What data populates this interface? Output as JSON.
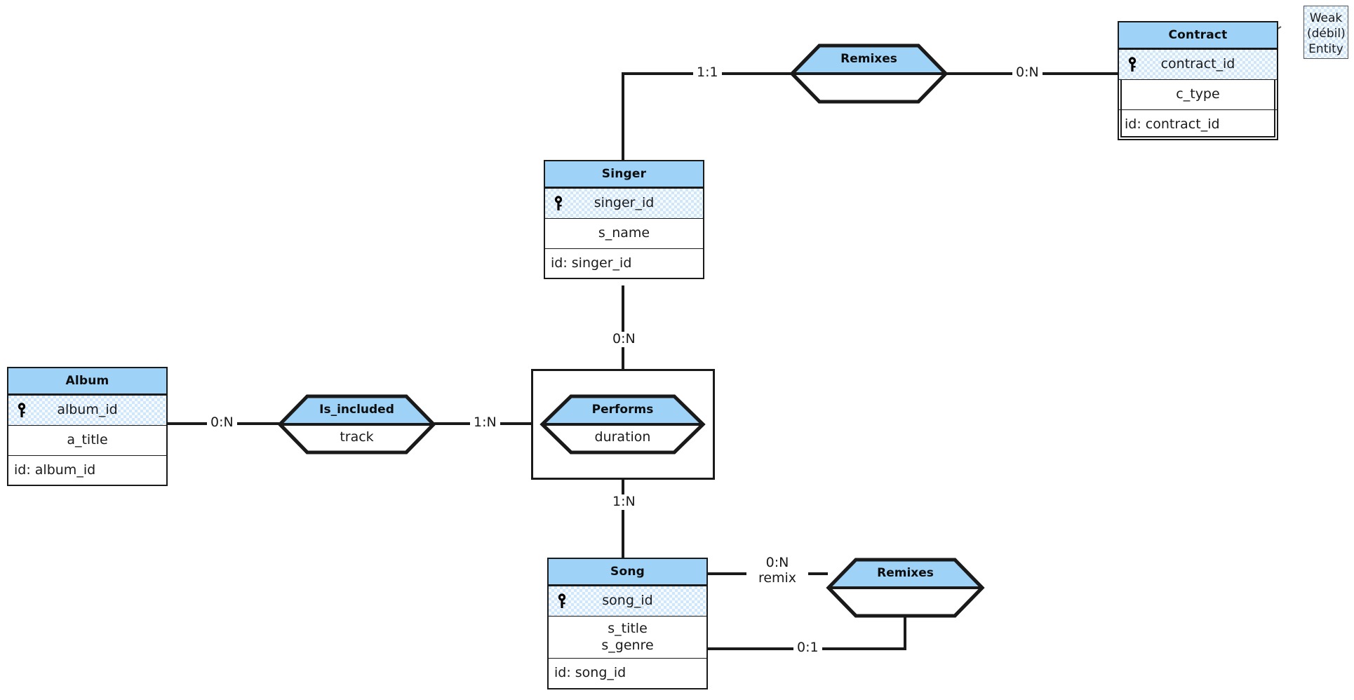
{
  "diagram": {
    "type": "entity-relationship-diagram",
    "notation": "Chen / min-max cardinality",
    "colors": {
      "header_blue": "#9ed2f7",
      "key_row_blue": "#cfe6fb",
      "line_black": "#1a1a1a",
      "background": "#ffffff"
    }
  },
  "entities": [
    {
      "id": "contract",
      "name": "Contract",
      "weak": true,
      "key_attribute": "contract_id",
      "attributes": [
        "c_type"
      ],
      "identifier": "id: contract_id",
      "key_icon": "key-icon"
    },
    {
      "id": "singer",
      "name": "Singer",
      "weak": false,
      "key_attribute": "singer_id",
      "attributes": [
        "s_name"
      ],
      "identifier": "id: singer_id",
      "key_icon": "key-icon"
    },
    {
      "id": "album",
      "name": "Album",
      "weak": false,
      "key_attribute": "album_id",
      "attributes": [
        "a_title"
      ],
      "identifier": "id: album_id",
      "key_icon": "key-icon"
    },
    {
      "id": "song",
      "name": "Song",
      "weak": false,
      "key_attribute": "song_id",
      "attributes": [
        "s_title",
        "s_genre"
      ],
      "identifier": "id: song_id",
      "key_icon": "key-icon"
    }
  ],
  "relationships": [
    {
      "id": "remixes_top",
      "name": "Remixes",
      "attribute": "",
      "identifying": false
    },
    {
      "id": "is_included",
      "name": "Is_included",
      "attribute": "track",
      "identifying": false
    },
    {
      "id": "performs",
      "name": "Performs",
      "attribute": "duration",
      "identifying": true
    },
    {
      "id": "remixes_bottom",
      "name": "Remixes",
      "attribute": "",
      "identifying": false
    }
  ],
  "cardinalities": {
    "singer_to_remixes_top": "1:1",
    "remixes_top_to_contract": "0:N",
    "singer_to_performs": "0:N",
    "album_to_is_included": "0:N",
    "is_included_to_performs": "1:N",
    "performs_to_song": "1:N",
    "song_to_remixes_bottom_top": "0:N",
    "song_to_remixes_bottom_role": "remix",
    "song_to_remixes_bottom_low": "0:1"
  },
  "notes": [
    {
      "id": "weak-entity-note",
      "lines": [
        "Weak",
        "(débil)",
        "Entity"
      ]
    }
  ]
}
